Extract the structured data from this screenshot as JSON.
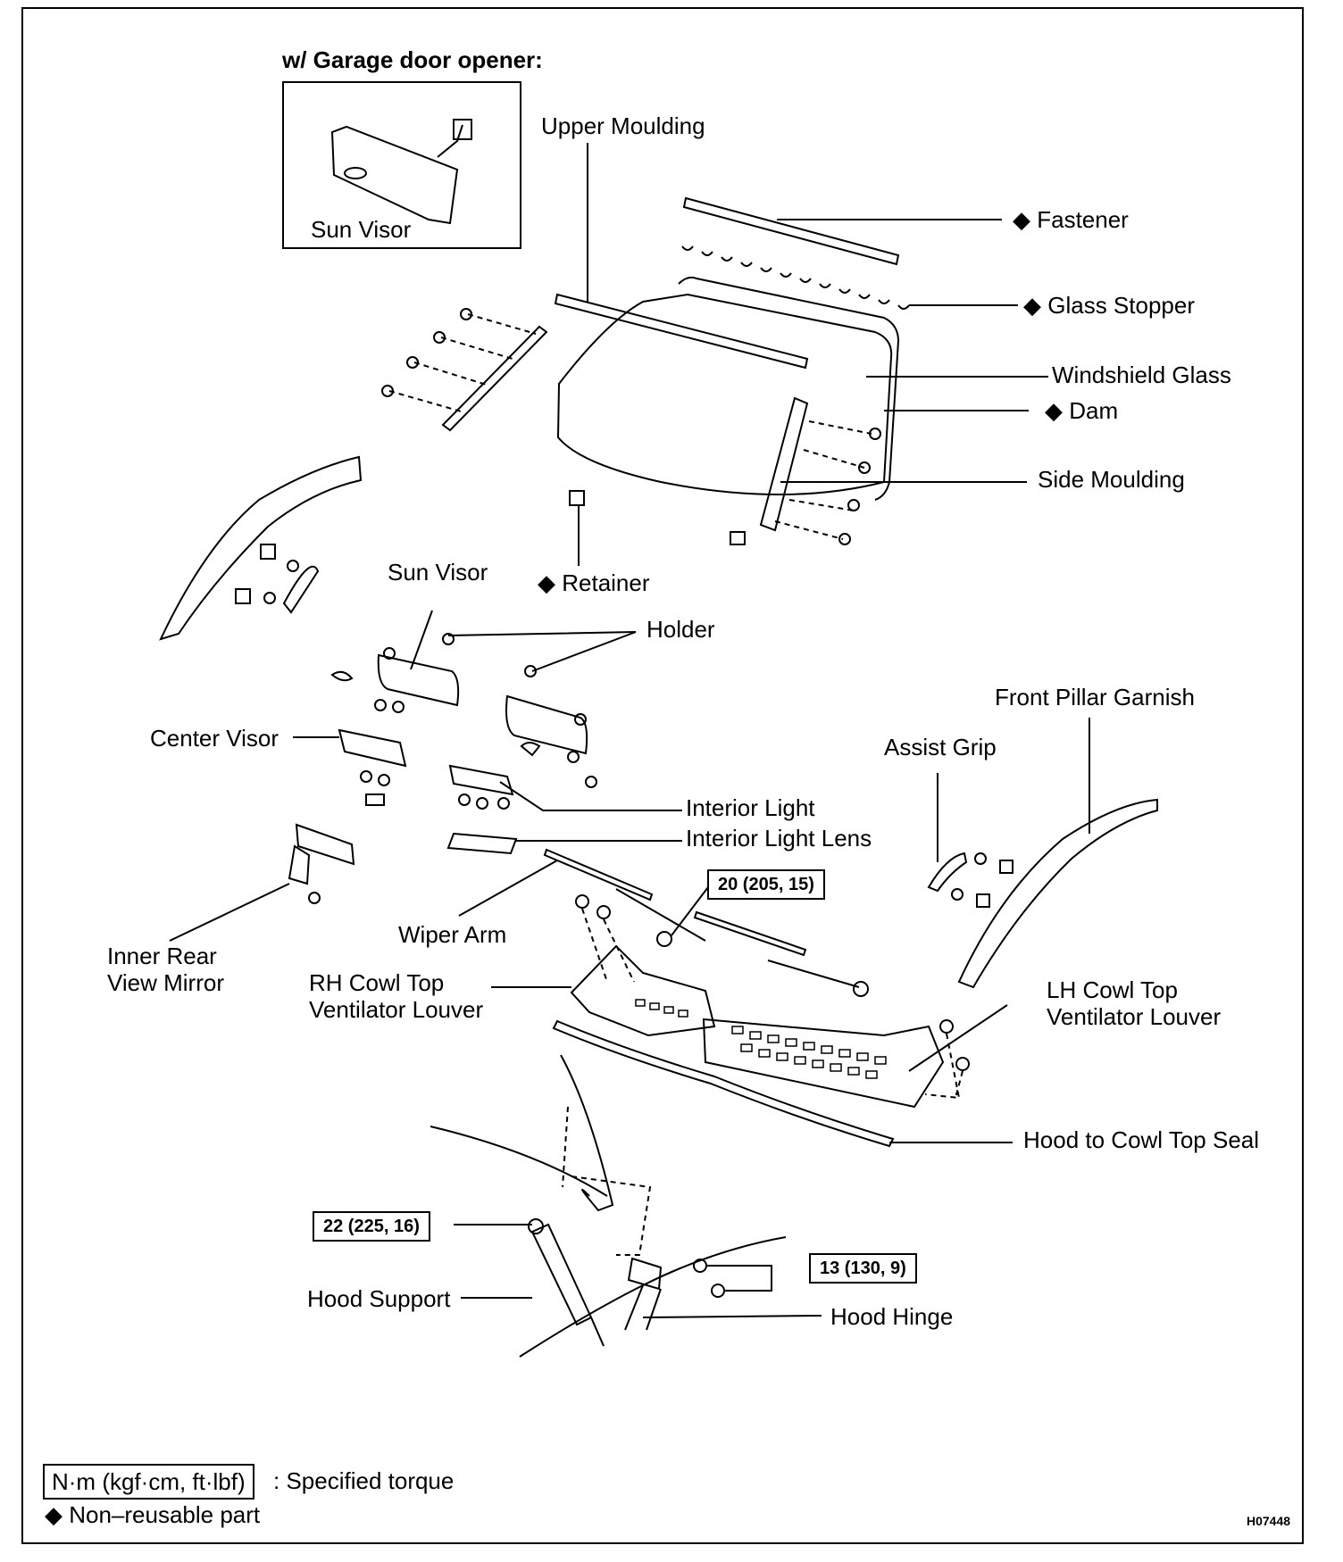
{
  "inset": {
    "title": "w/ Garage door opener:",
    "label": "Sun Visor"
  },
  "diamond": "◆",
  "labels": {
    "upper_moulding": "Upper Moulding",
    "fastener": "Fastener",
    "glass_stopper": "Glass Stopper",
    "windshield_glass": "Windshield Glass",
    "dam": "Dam",
    "side_moulding": "Side Moulding",
    "retainer": "Retainer",
    "sun_visor": "Sun Visor",
    "holder": "Holder",
    "front_pillar_garnish": "Front Pillar Garnish",
    "assist_grip": "Assist Grip",
    "center_visor": "Center Visor",
    "interior_light": "Interior Light",
    "interior_light_lens": "Interior Light Lens",
    "wiper_arm": "Wiper Arm",
    "inner_rear_view_mirror_1": "Inner Rear",
    "inner_rear_view_mirror_2": "View Mirror",
    "rh_cowl_1": "RH Cowl Top",
    "rh_cowl_2": "Ventilator Louver",
    "lh_cowl_1": "LH Cowl Top",
    "lh_cowl_2": "Ventilator Louver",
    "hood_to_cowl_seal": "Hood to Cowl Top Seal",
    "hood_support": "Hood Support",
    "hood_hinge": "Hood Hinge"
  },
  "torques": {
    "wiper": "20 (205, 15)",
    "hood_support": "22 (225, 16)",
    "hood_hinge": "13 (130, 9)"
  },
  "legend": {
    "torque_box": "N·m (kgf·cm, ft·lbf)",
    "torque_text": ": Specified torque",
    "nonreusable": "Non–reusable part"
  },
  "figure_id": "H07448"
}
